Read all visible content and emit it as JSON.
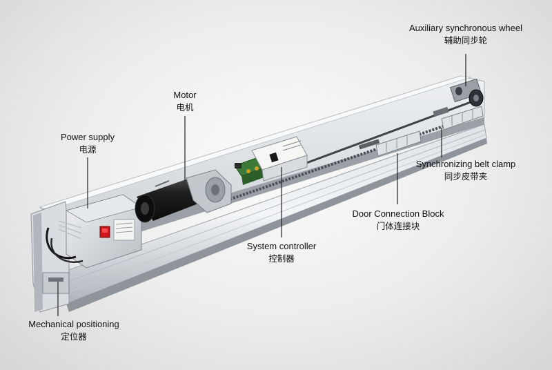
{
  "callouts": {
    "auxiliary_wheel": {
      "en": "Auxiliary synchronous wheel",
      "zh": "辅助同步轮"
    },
    "motor": {
      "en": "Motor",
      "zh": "电机"
    },
    "power_supply": {
      "en": "Power supply",
      "zh": "电源"
    },
    "belt_clamp": {
      "en": "Synchronizing belt clamp",
      "zh": "同步皮带夹"
    },
    "door_block": {
      "en": "Door Connection Block",
      "zh": "门体连接块"
    },
    "controller": {
      "en": "System controller",
      "zh": "控制器"
    },
    "positioner": {
      "en": "Mechanical positioning",
      "zh": "定位器"
    }
  },
  "colors": {
    "aluminum_light": "#e9ecef",
    "aluminum_mid": "#c6cbd0",
    "aluminum_dark": "#8e949a",
    "motor_black": "#1c1c1c",
    "switch_red": "#d0161c",
    "pcb_green": "#3d7a3a",
    "leader_line": "#222222"
  }
}
